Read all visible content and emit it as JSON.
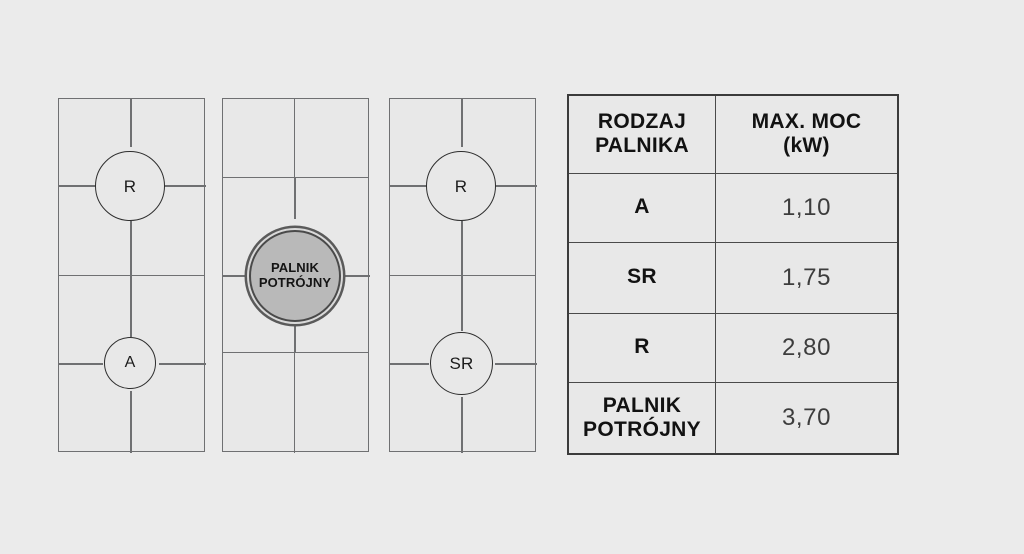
{
  "background_color": "#ebebeb",
  "diagram": {
    "name": "gas-hob-burner-layouts",
    "panels": [
      {
        "id": "panel-1",
        "burners": [
          {
            "label": "R",
            "position": "top",
            "style": "outline"
          },
          {
            "label": "A",
            "position": "bottom",
            "style": "outline"
          }
        ]
      },
      {
        "id": "panel-2",
        "burners": [
          {
            "label": "PALNIK POTRÓJNY",
            "label_line_1": "PALNIK",
            "label_line_2": "POTRÓJNY",
            "position": "center",
            "style": "filled"
          }
        ]
      },
      {
        "id": "panel-3",
        "burners": [
          {
            "label": "R",
            "position": "top",
            "style": "outline"
          },
          {
            "label": "SR",
            "position": "bottom",
            "style": "outline"
          }
        ]
      }
    ]
  },
  "table": {
    "name": "burner-power-table",
    "headers": {
      "type_line_1": "RODZAJ",
      "type_line_2": "PALNIKA",
      "power_line_1": "MAX. MOC",
      "power_line_2": "(kW)"
    },
    "rows": [
      {
        "type": "A",
        "type_line_1": "A",
        "type_line_2": "",
        "power": "1,10"
      },
      {
        "type": "SR",
        "type_line_1": "SR",
        "type_line_2": "",
        "power": "1,75"
      },
      {
        "type": "R",
        "type_line_1": "R",
        "type_line_2": "",
        "power": "2,80"
      },
      {
        "type": "PALNIK POTRÓJNY",
        "type_line_1": "PALNIK",
        "type_line_2": "POTRÓJNY",
        "power": "3,70"
      }
    ]
  },
  "chart_data": {
    "type": "table",
    "title": "",
    "categories": [
      "A",
      "SR",
      "R",
      "PALNIK POTRÓJNY"
    ],
    "values": [
      1.1,
      1.75,
      2.8,
      3.7
    ],
    "ylabel": "MAX. MOC (kW)",
    "xlabel": "RODZAJ PALNIKA",
    "columns": [
      "RODZAJ PALNIKA",
      "MAX. MOC (kW)"
    ],
    "cells": [
      [
        "A",
        "1,10"
      ],
      [
        "SR",
        "1,75"
      ],
      [
        "R",
        "2,80"
      ],
      [
        "PALNIK POTRÓJNY",
        "3,70"
      ]
    ]
  }
}
